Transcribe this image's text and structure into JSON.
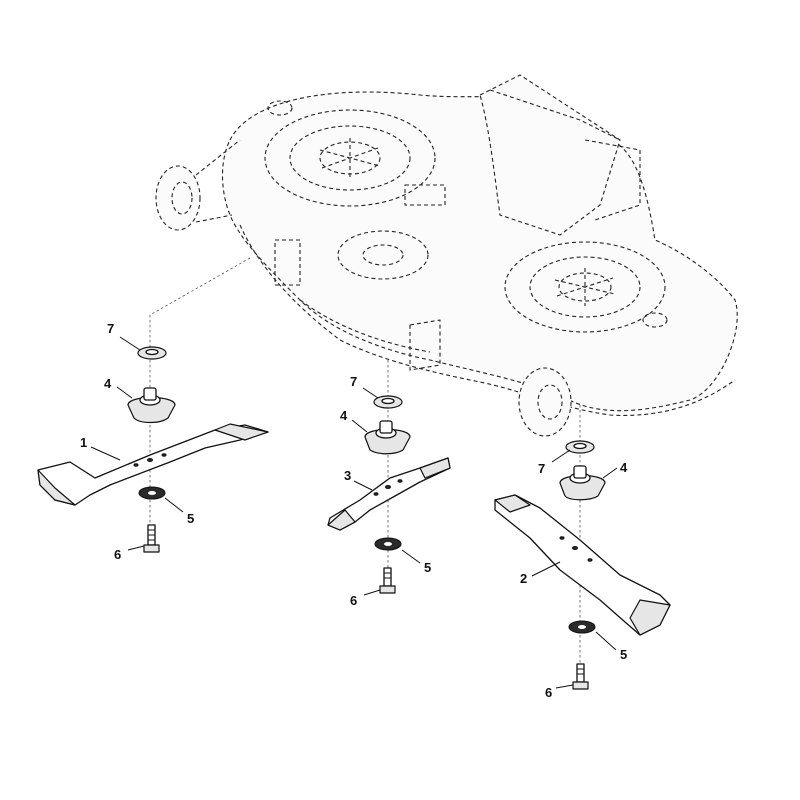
{
  "callouts": [
    {
      "id": "c-left-7",
      "label": "7"
    },
    {
      "id": "c-left-4",
      "label": "4"
    },
    {
      "id": "c-left-1",
      "label": "1"
    },
    {
      "id": "c-left-5",
      "label": "5"
    },
    {
      "id": "c-left-6",
      "label": "6"
    },
    {
      "id": "c-mid-7",
      "label": "7"
    },
    {
      "id": "c-mid-4",
      "label": "4"
    },
    {
      "id": "c-mid-3",
      "label": "3"
    },
    {
      "id": "c-mid-5",
      "label": "5"
    },
    {
      "id": "c-mid-6",
      "label": "6"
    },
    {
      "id": "c-right-7",
      "label": "7"
    },
    {
      "id": "c-right-4",
      "label": "4"
    },
    {
      "id": "c-right-2",
      "label": "2"
    },
    {
      "id": "c-right-5",
      "label": "5"
    },
    {
      "id": "c-right-6",
      "label": "6"
    }
  ]
}
